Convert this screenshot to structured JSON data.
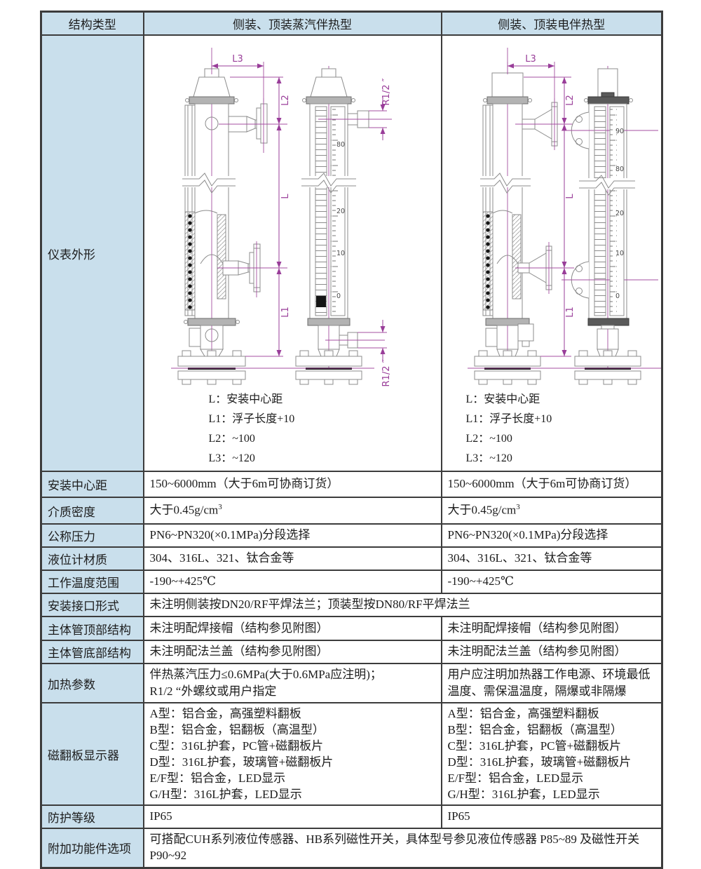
{
  "header": {
    "structure_type": "结构类型",
    "steam": "侧装、顶装蒸汽伴热型",
    "electric": "侧装、顶装电伴热型"
  },
  "rows": {
    "appearance": {
      "label": "仪表外形"
    },
    "center_distance": {
      "label": "安装中心距",
      "value": "150~6000mm（大于6m可协商订货）"
    },
    "density": {
      "label": "介质密度",
      "value_base": "大于0.45g/cm",
      "value_sup": "3"
    },
    "pressure": {
      "label": "公称压力",
      "value": "PN6~PN320(×0.1MPa)分段选择"
    },
    "material": {
      "label": "液位计材质",
      "value": "304、316L、321、钛合金等"
    },
    "temperature": {
      "label": "工作温度范围",
      "value": "-190~+425℃"
    },
    "interface": {
      "label": "安装接口形式",
      "value": "未注明侧装按DN20/RF平焊法兰；顶装型按DN80/RF平焊法兰"
    },
    "top_structure": {
      "label": "主体管顶部结构",
      "value": "未注明配焊接帽（结构参见附图）"
    },
    "bottom_structure": {
      "label": "主体管底部结构",
      "value": "未注明配法兰盖（结构参见附图）"
    },
    "heating": {
      "label": "加热参数",
      "steam_line1": "伴热蒸汽压力≤0.6MPa(大于0.6MPa应注明)；",
      "steam_line2": "R1/2 “外螺纹或用户指定",
      "electric": "用户应注明加热器工作电源、环境最低温度、需保温温度，隔爆或非隔爆"
    },
    "display": {
      "label": "磁翻板显示器",
      "options": [
        "A型：铝合金，高强塑料翻板",
        "B型：铝合金，铝翻板（高温型）",
        "C型：316L护套，PC管+磁翻板片",
        "D型：316L护套，玻璃管+磁翻板片",
        "E/F型：铝合金，LED显示",
        "G/H型：316L护套，LED显示"
      ]
    },
    "protection": {
      "label": "防护等级",
      "value": "IP65"
    },
    "accessories": {
      "label": "附加功能件选项",
      "value": "可搭配CUH系列液位传感器、HB系列磁性开关，具体型号参见液位传感器 P85~89 及磁性开关P90~92"
    }
  },
  "drawing": {
    "legend": [
      "L：安装中心距",
      "L1：浮子长度+10",
      "L2：~100",
      "L3：~120"
    ],
    "dims": {
      "L": "L",
      "L1": "L1",
      "L2": "L2",
      "L3": "L3",
      "R12": "R1/2 ″"
    },
    "steam_scale": {
      "s80": "80",
      "s20": "20",
      "s10": "10",
      "s0": "0"
    },
    "electric_scale": {
      "s90": "90",
      "s80": "80",
      "s20": "20",
      "s10": "10",
      "s0": "0"
    }
  },
  "colors": {
    "header_bg": "#c9dfec",
    "border": "#3c3c3c",
    "dimension": "#993d99",
    "line_art": "#8c8c8c"
  }
}
